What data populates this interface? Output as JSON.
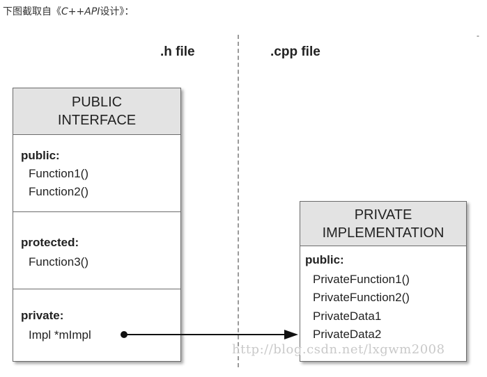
{
  "caption": {
    "prefix": "下图截取自《",
    "title": "C++API",
    "suffix": "设计》："
  },
  "columns": {
    "h_file": ".h file",
    "cpp_file": ".cpp file"
  },
  "public_box": {
    "header_line1": "PUBLIC",
    "header_line2": "INTERFACE",
    "public_label": "public:",
    "public_members": [
      "Function1()",
      "Function2()"
    ],
    "protected_label": "protected:",
    "protected_members": [
      "Function3()"
    ],
    "private_label": "private:",
    "private_members": [
      "Impl *mImpl"
    ]
  },
  "private_box": {
    "header_line1": "PRIVATE",
    "header_line2": "IMPLEMENTATION",
    "public_label": "public:",
    "public_members": [
      "PrivateFunction1()",
      "PrivateFunction2()",
      "PrivateData1",
      "PrivateData2"
    ]
  },
  "watermark": "http://blog.csdn.net/lxgwm2008",
  "edge_mark": "-"
}
